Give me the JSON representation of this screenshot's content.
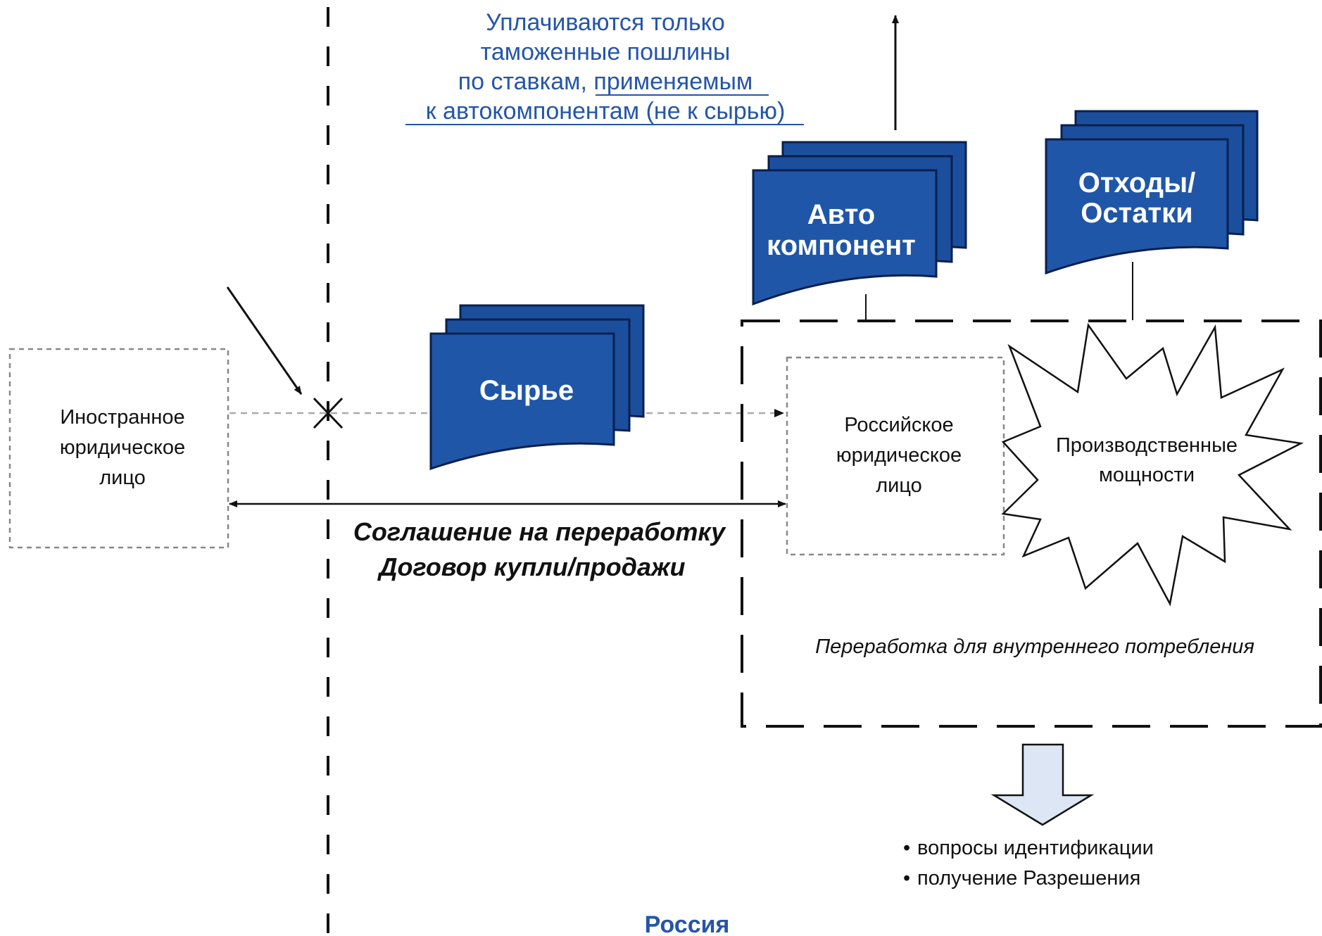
{
  "note": {
    "lines": [
      "Уплачиваются только",
      "таможенные пошлины",
      "по ставкам, применяемым",
      "к автокомпонентам (не к сырью)"
    ]
  },
  "nodes": {
    "foreign_entity": [
      "Иностранное",
      "юридическое",
      "лицо"
    ],
    "raw_material": "Сырье",
    "auto_component": [
      "Авто",
      "компонент"
    ],
    "waste": [
      "Отходы/",
      "Остатки"
    ],
    "russian_entity": [
      "Российское",
      "юридическое",
      "лицо"
    ],
    "production": [
      "Производственные",
      "мощности"
    ]
  },
  "agreement": {
    "line1": "Соглашение на переработку",
    "line2": "Договор купли/продажи"
  },
  "processing_caption": "Переработка для внутреннего потребления",
  "bullets": [
    "вопросы идентификации",
    "получение Разрешения"
  ],
  "bullet_marker": "•",
  "country_label": "Россия",
  "colors": {
    "doc_fill": "#1f56a8",
    "doc_outline": "#0a1f4d",
    "note_text": "#2555a8",
    "country_text": "#2555a8",
    "arrow_fill": "#dce6f5"
  }
}
